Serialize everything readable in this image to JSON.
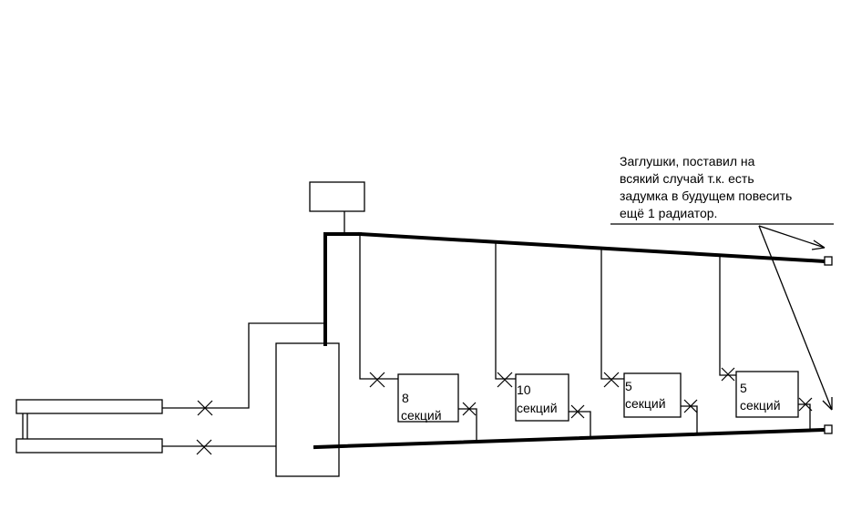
{
  "note": {
    "lines": [
      "Заглушки, поставил на",
      "всякий случай т.к. есть",
      "задумка в будущем повесить",
      "ещё 1 радиатор."
    ]
  },
  "radiators": [
    {
      "number": "8",
      "unit": "секций"
    },
    {
      "number": "10",
      "unit": "секций"
    },
    {
      "number": "5",
      "unit": "секций"
    },
    {
      "number": "5",
      "unit": "секций"
    }
  ]
}
